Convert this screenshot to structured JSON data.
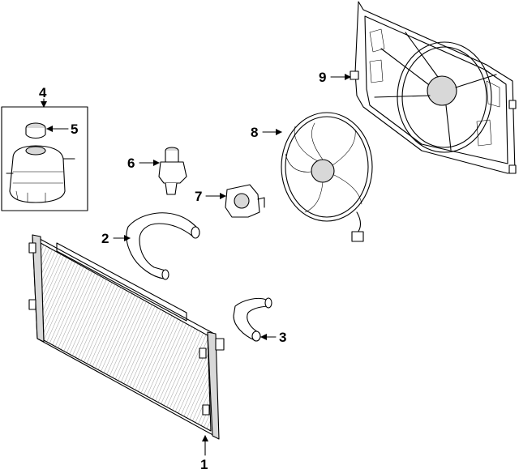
{
  "callouts": [
    {
      "id": "1",
      "label": "1",
      "part": "radiator"
    },
    {
      "id": "2",
      "label": "2",
      "part": "upper-hose"
    },
    {
      "id": "3",
      "label": "3",
      "part": "lower-hose"
    },
    {
      "id": "4",
      "label": "4",
      "part": "reservoir-assembly"
    },
    {
      "id": "5",
      "label": "5",
      "part": "reservoir-cap"
    },
    {
      "id": "6",
      "label": "6",
      "part": "thermostat-housing"
    },
    {
      "id": "7",
      "label": "7",
      "part": "water-outlet"
    },
    {
      "id": "8",
      "label": "8",
      "part": "fan-assembly"
    },
    {
      "id": "9",
      "label": "9",
      "part": "fan-shroud"
    }
  ]
}
